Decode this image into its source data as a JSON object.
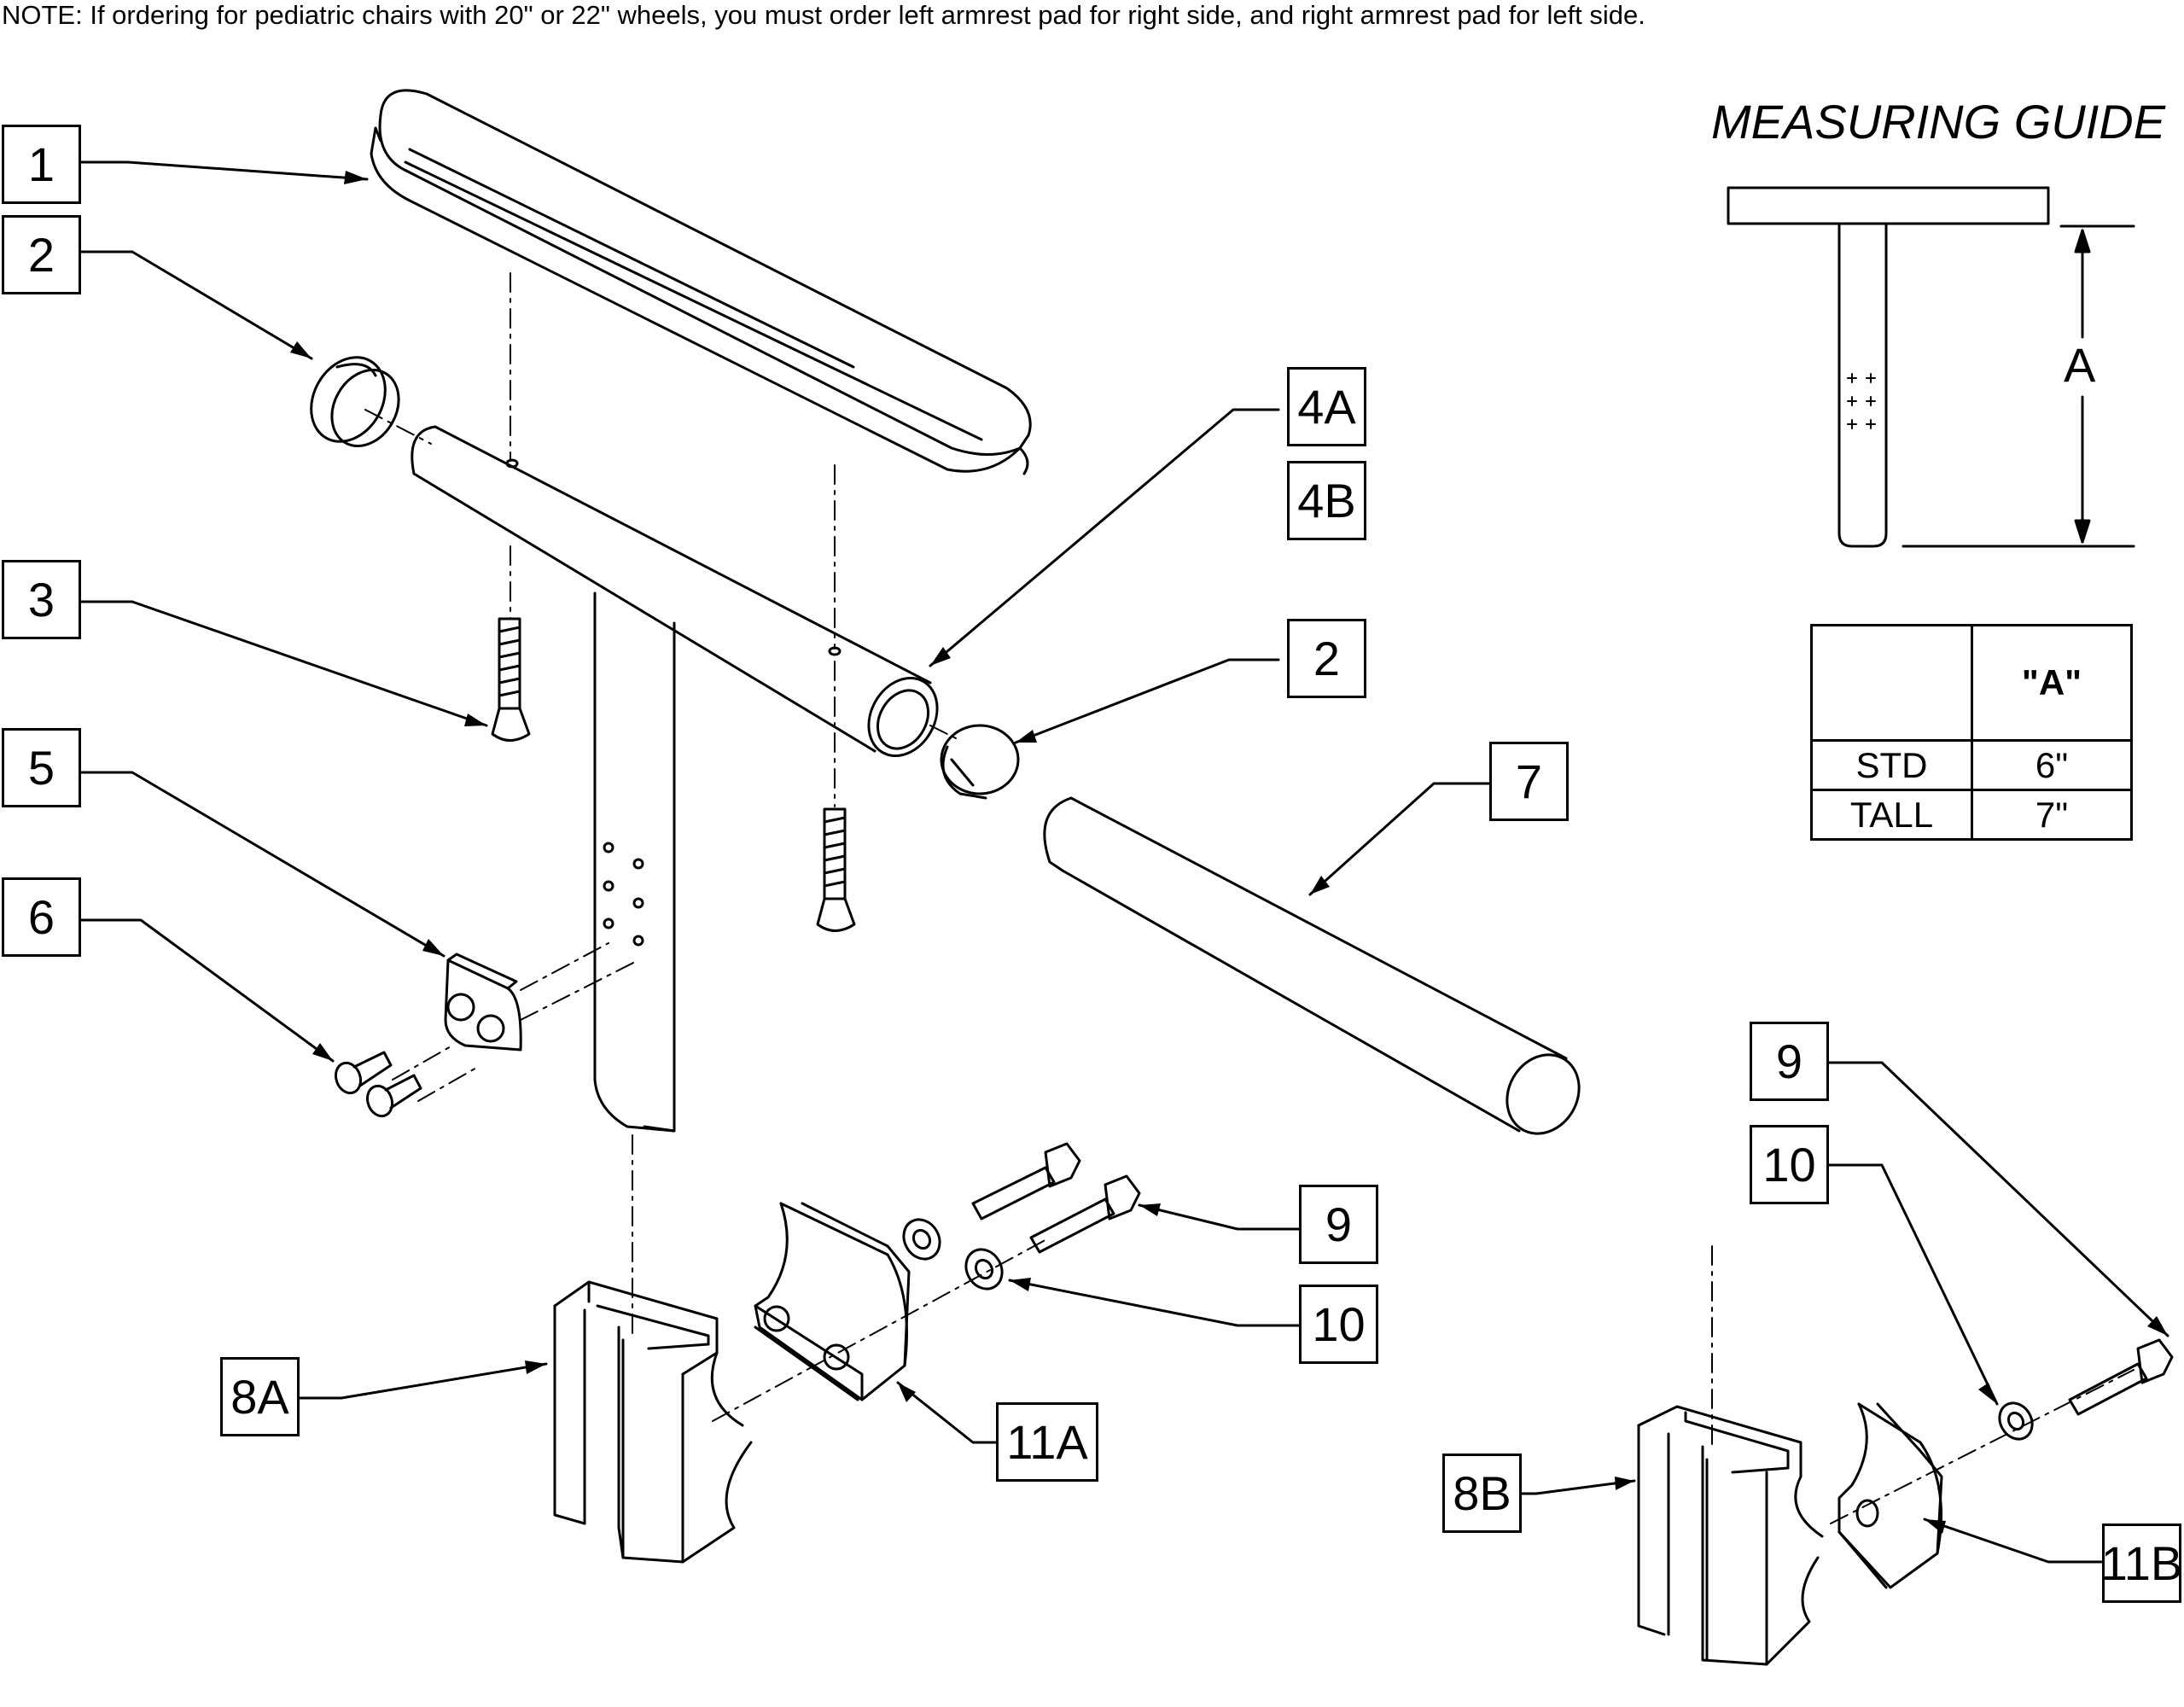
{
  "note": "NOTE: If ordering for pediatric chairs with 20\" or 22\" wheels, you must order left armrest pad for right side, and right armrest pad for left side.",
  "measuring_guide": {
    "title": "MEASURING GUIDE",
    "dimension_label": "A",
    "table": {
      "header": [
        "",
        "\"A\""
      ],
      "rows": [
        [
          "STD",
          "6\""
        ],
        [
          "TALL",
          "7\""
        ]
      ]
    }
  },
  "callouts": {
    "c1": "1",
    "c2_top": "2",
    "c2_right": "2",
    "c3": "3",
    "c4a": "4A",
    "c4b": "4B",
    "c5": "5",
    "c6": "6",
    "c7": "7",
    "c8a": "8A",
    "c8b": "8B",
    "c9_left": "9",
    "c9_right": "9",
    "c10_left": "10",
    "c10_right": "10",
    "c11a": "11A",
    "c11b": "11B"
  }
}
